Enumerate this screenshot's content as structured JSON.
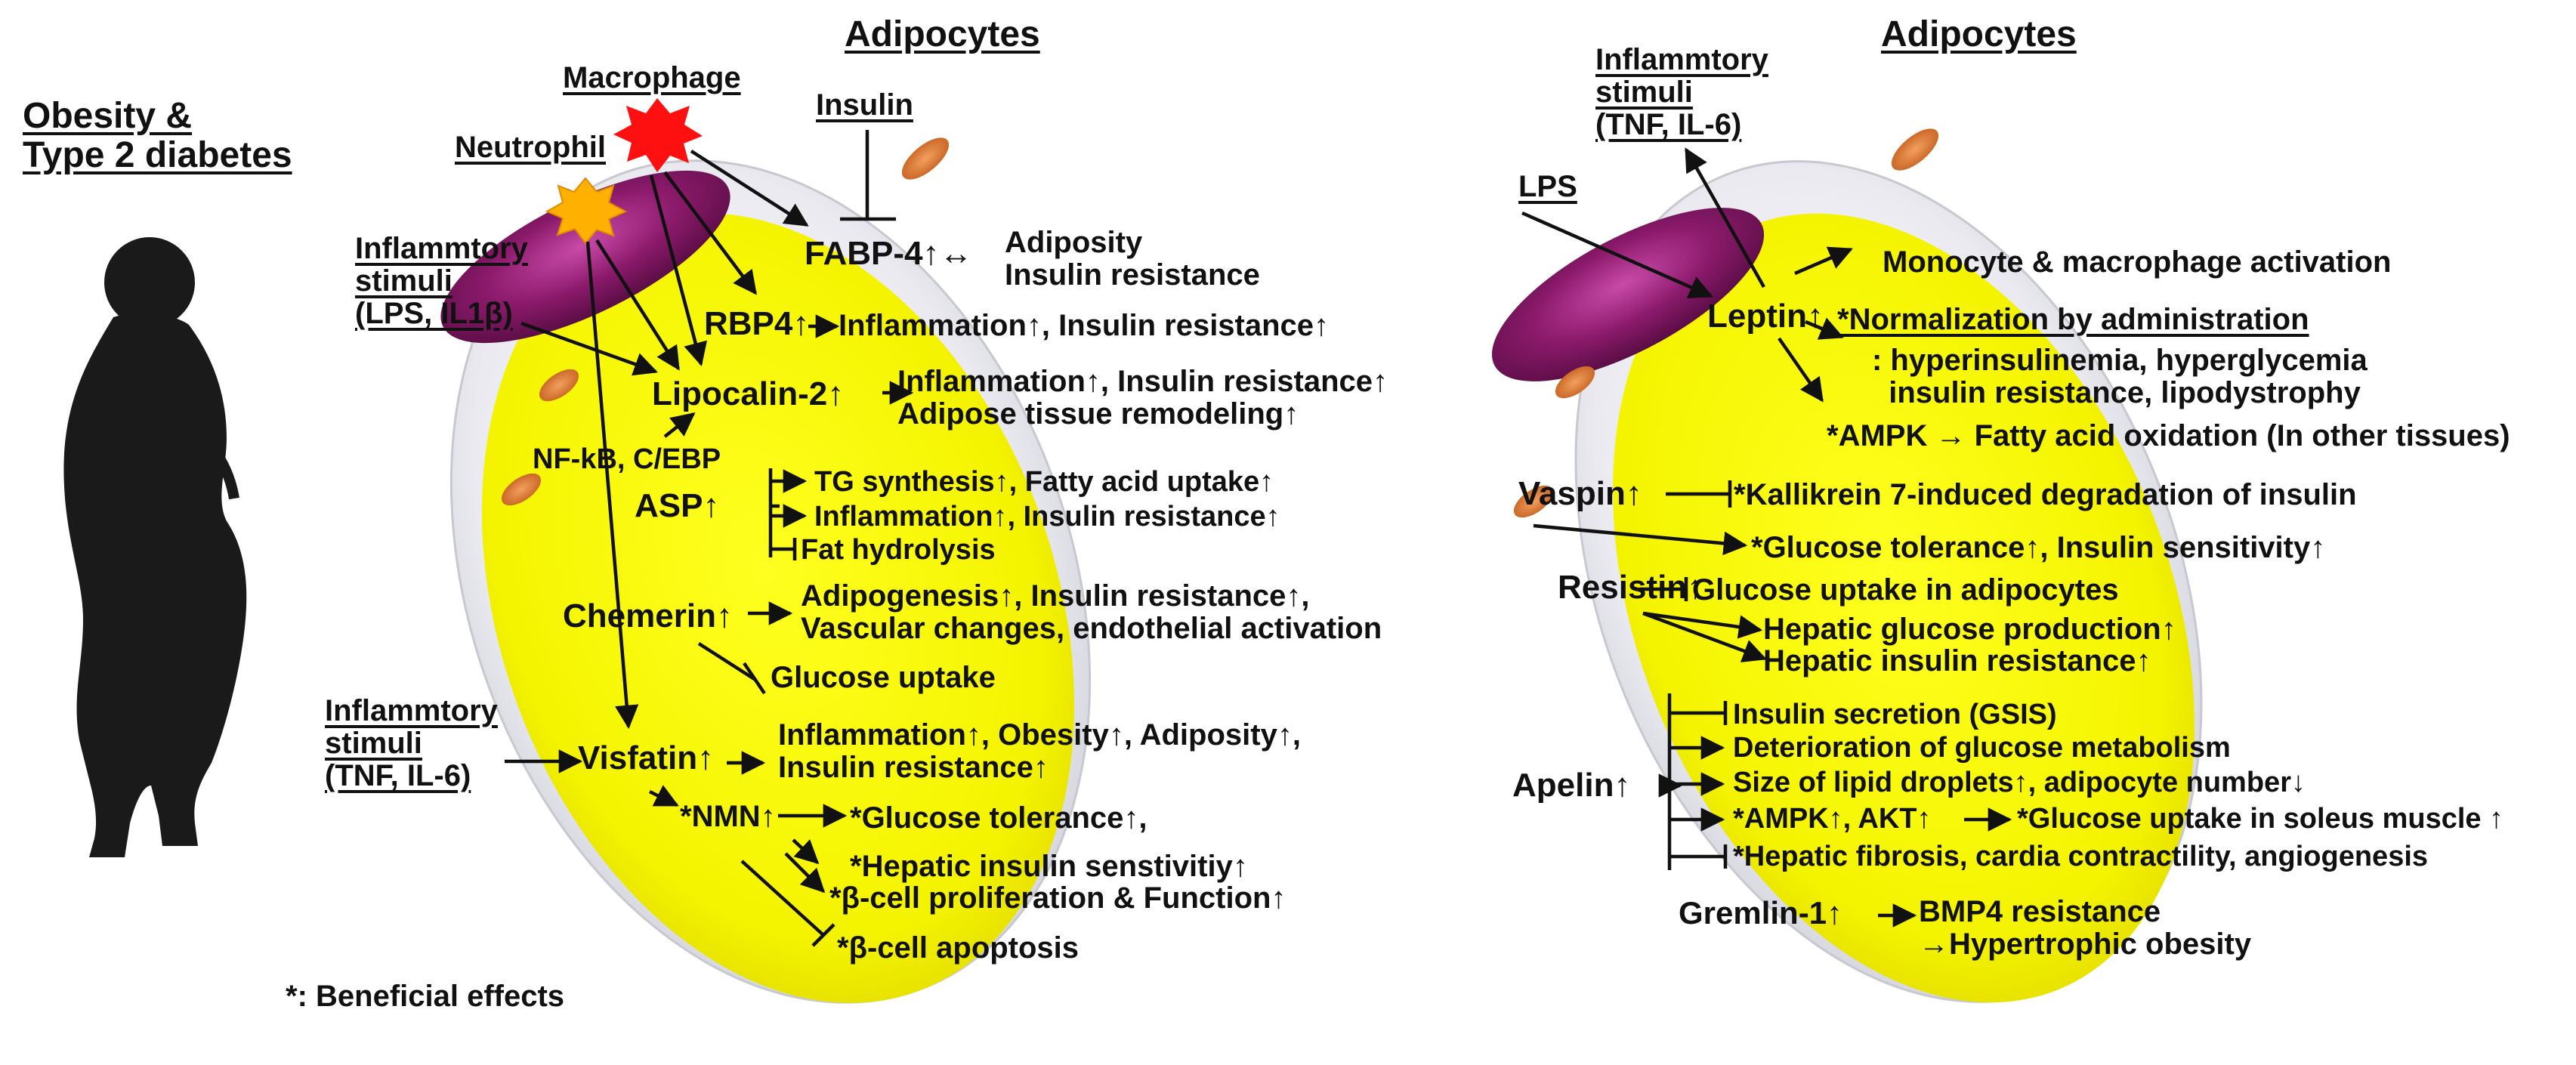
{
  "left_panel": {
    "title": "Obesity &\nType 2 diabetes",
    "legend": "*: Beneficial effects",
    "colors": {
      "adipocyte_yellow": "#f7f700",
      "membrane_gray": "#e6e6ee",
      "vessel_purple": "#8b1a6b",
      "macrophage_red": "#ff1a1a",
      "neutrophil_orange": "#ffb000",
      "mitochondria_orange": "#e07a2a"
    }
  },
  "cell_a": {
    "title": "Adipocytes",
    "cells": {
      "macrophage": "Macrophage",
      "neutrophil": "Neutrophil",
      "insulin": "Insulin"
    },
    "stimuli_1": "Inflammtory\nstimuli\n(LPS, IL1β)",
    "stimuli_2": "Inflammtory\nstimuli\n(TNF, IL-6)",
    "fabp4": "FABP-4↑↔",
    "fabp4_effects": "Adiposity\nInsulin resistance",
    "rbp4": "RBP4↑",
    "rbp4_effects": "Inflammation↑, Insulin resistance↑",
    "lipocalin": "Lipocalin-2↑",
    "lipocalin_effects": "Inflammation↑, Insulin resistance↑\nAdipose tissue remodeling↑",
    "nfkb": "NF-kB, C/EBP",
    "asp": "ASP↑",
    "asp_effects": [
      "TG synthesis↑, Fatty acid uptake↑",
      "Inflammation↑, Insulin resistance↑",
      "Fat hydrolysis"
    ],
    "chemerin": "Chemerin↑",
    "chemerin_effects": "Adipogenesis↑, Insulin resistance↑,\nVascular changes, endothelial activation",
    "chemerin_inhibit": "Glucose uptake",
    "visfatin": "Visfatin↑",
    "visfatin_effects": "Inflammation↑, Obesity↑, Adiposity↑,\nInsulin resistance↑",
    "nmn": "*NMN↑",
    "nmn_effects": [
      "*Glucose tolerance↑,",
      "*Hepatic insulin senstivitiy↑",
      "*β-cell proliferation & Function↑"
    ],
    "nmn_inhibit": "*β-cell apoptosis"
  },
  "cell_b": {
    "title": "Adipocytes",
    "stimuli": "Inflammtory\nstimuli\n(TNF, IL-6)",
    "lps": "LPS",
    "leptin": "Leptin↑",
    "leptin_effect_1": "Monocyte & macrophage activation",
    "leptin_effect_2_title": "*Normalization by administration",
    "leptin_effect_2_detail": ": hyperinsulinemia, hyperglycemia\n  insulin resistance, lipodystrophy",
    "leptin_effect_3": "*AMPK → Fatty acid oxidation (In other tissues)",
    "vaspin": "Vaspin↑",
    "vaspin_inhibit": "*Kallikrein 7-induced degradation of insulin",
    "vaspin_effect": "*Glucose tolerance↑, Insulin sensitivity↑",
    "resistin": "Resistin↑",
    "resistin_inhibit": "Glucose uptake in adipocytes",
    "resistin_effects": [
      "Hepatic glucose production↑",
      "Hepatic insulin resistance↑"
    ],
    "apelin": "Apelin↑",
    "apelin_effects": [
      "Insulin secretion (GSIS)",
      "Deterioration of glucose metabolism",
      "Size of lipid droplets↑, adipocyte number↓",
      "*AMPK↑, AKT↑",
      "*Hepatic fibrosis, cardia contractility, angiogenesis"
    ],
    "apelin_downstream": "*Glucose uptake in soleus muscle ↑",
    "gremlin": "Gremlin-1↑",
    "gremlin_effect": "BMP4 resistance\n→Hypertrophic obesity"
  }
}
